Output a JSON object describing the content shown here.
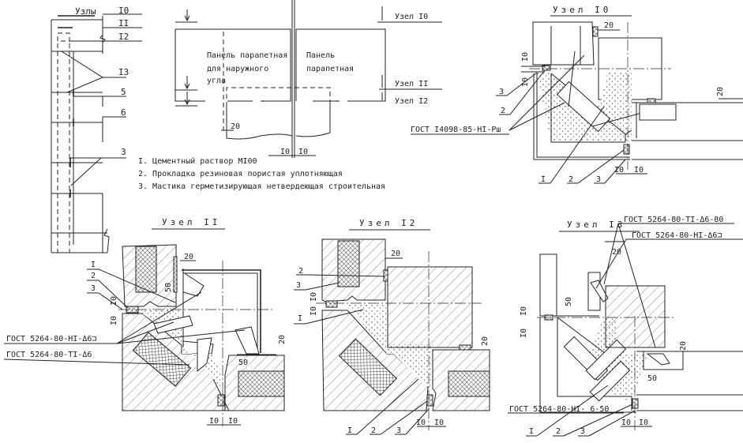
{
  "scheme": {
    "title": "Узлы",
    "labels": [
      "I0",
      "II",
      "I2",
      "I3",
      "5",
      "6",
      "3"
    ]
  },
  "elevation": {
    "panel_corner": [
      "Панель парапетная",
      "для наружного",
      "угла"
    ],
    "panel": [
      "Панель",
      "парапетная"
    ],
    "node_refs": [
      "Узел I0",
      "Узел II",
      "Узел I2"
    ],
    "dim_20": "20",
    "dim_10a": "I0",
    "dim_10b": "I0"
  },
  "legend": [
    "I. Цементный раствор MI00",
    "2. Прокладка резиновая пористая уплотняющая",
    "3. Мастика герметизирующая нетвердеющая строительная"
  ],
  "node10": {
    "title": "Узел I0",
    "gost": "ГОСТ I4098-85-HI-Рш",
    "dims": {
      "d20a": "20",
      "d20b": "20",
      "d10v1": "I0",
      "d10v2": "I0",
      "d10h1": "I0",
      "d10h2": "I0"
    },
    "callouts_left": [
      "3",
      "2"
    ],
    "callouts_bottom": [
      "I",
      "2",
      "3"
    ]
  },
  "node11": {
    "title": "Узел II",
    "gost": [
      "ГОСТ 5264-80-HI-Δ6⊐",
      "ГОСТ 5264-80-TI-Δ6"
    ],
    "dims": {
      "d20a": "20",
      "d20b": "20",
      "d50a": "50",
      "d50b": "50",
      "d10v1": "I0",
      "d10v2": "I0",
      "d10h1": "I0",
      "d10h2": "I0"
    },
    "callouts_left": [
      "I",
      "2",
      "3"
    ]
  },
  "node12": {
    "title": "Узел I2",
    "dims": {
      "d20a": "20",
      "d20b": "20",
      "d10v1": "I0",
      "d10v2": "I0",
      "d10h1": "I0",
      "d10h2": "I0"
    },
    "callouts_left": [
      "2",
      "3",
      "I"
    ],
    "callouts_bottom": [
      "I",
      "2",
      "3"
    ]
  },
  "node13": {
    "title": "Узел I3",
    "gost": [
      "ГОСТ 5264-80-TI-Δ6-80",
      "ГОСТ 5264-80-HI-Δ6⊐",
      "ГОСТ 5264-80-HI- 6-50"
    ],
    "dims": {
      "d20a": "20",
      "d20b": "20",
      "d50a": "50",
      "d50b": "50",
      "d10v1": "I0",
      "d10v2": "I0",
      "d10h1": "I0",
      "d10h2": "I0"
    },
    "callouts_bottom": [
      "I",
      "2",
      "3"
    ]
  }
}
